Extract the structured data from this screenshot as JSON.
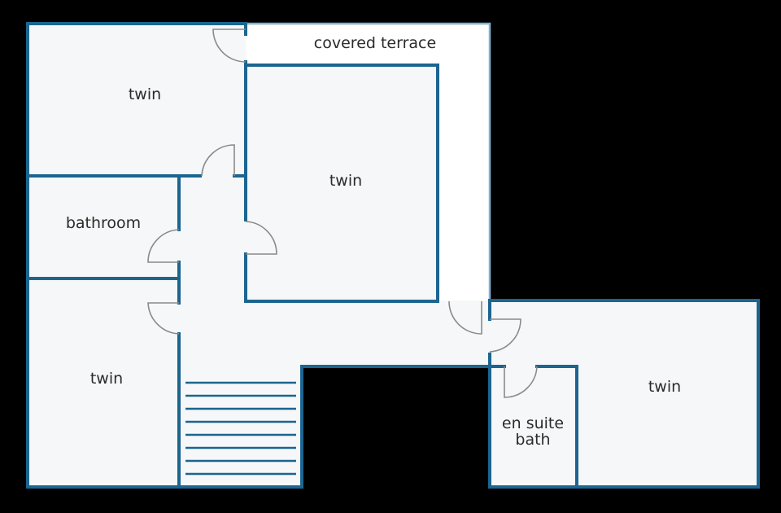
{
  "plan": {
    "colors": {
      "background": "#000000",
      "wall": "#1b6590",
      "floor": "#f6f7f8",
      "terrace": "#ffffff",
      "door": "#8a8a8a",
      "text": "#2b2b2b"
    },
    "rooms": {
      "terrace": "covered terrace",
      "twin_top_left": "twin",
      "twin_center": "twin",
      "bathroom": "bathroom",
      "twin_bottom_left": "twin",
      "twin_right": "twin",
      "ensuite_line1": "en suite",
      "ensuite_line2": "bath"
    }
  }
}
